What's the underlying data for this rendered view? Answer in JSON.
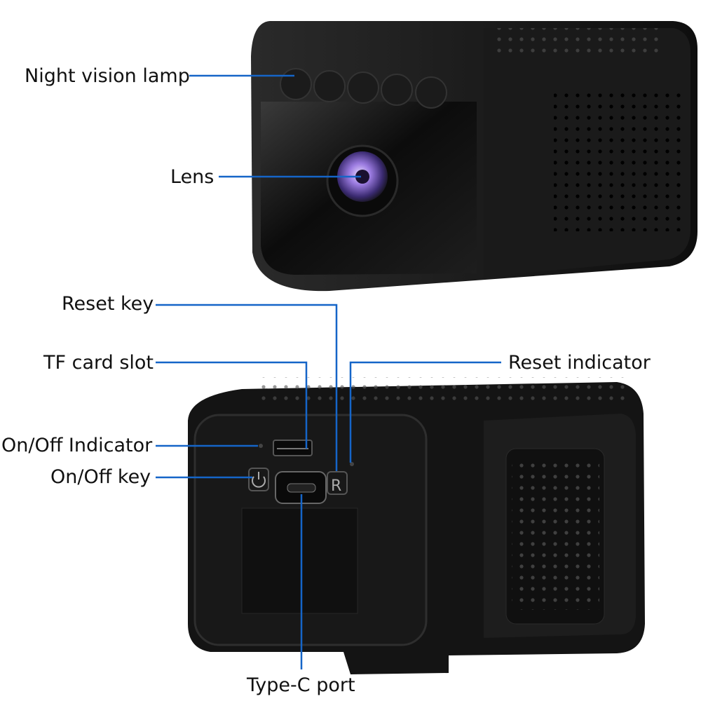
{
  "labels": {
    "night_vision_lamp": "Night vision lamp",
    "lens": "Lens",
    "reset_key": "Reset key",
    "tf_card_slot": "TF card slot",
    "reset_indicator": "Reset indicator",
    "on_off_indicator": "On/Off Indicator",
    "on_off_key": "On/Off key",
    "type_c_port": "Type-C port"
  },
  "reset_key_glyph": "R",
  "colors": {
    "leader_line": "#1565c8",
    "body": "#151515",
    "lens": "#8a6bd6"
  }
}
